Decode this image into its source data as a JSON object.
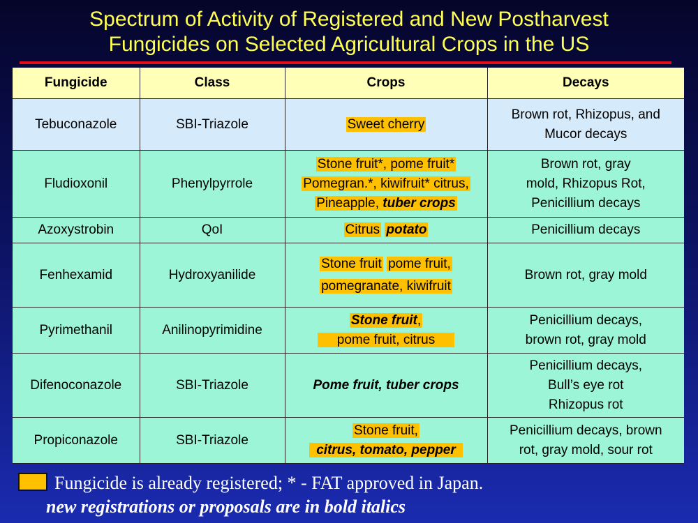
{
  "title": {
    "line1": "Spectrum of Activity of Registered and New Postharvest",
    "line2": "Fungicides on Selected Agricultural Crops in the US"
  },
  "colors": {
    "highlight": "#ffc000",
    "header_bg": "#ffffb8",
    "row_blue": "#d5ebfb",
    "row_green": "#9bf5d6",
    "title_text": "#ffff55",
    "title_rule": "#e0101a"
  },
  "table": {
    "headers": [
      "Fungicide",
      "Class",
      "Crops",
      "Decays"
    ],
    "rows": [
      {
        "fungicide": "Tebuconazole",
        "class": "SBI-Triazole",
        "crops": [
          "Sweet cherry"
        ],
        "decays": [
          "Brown rot, Rhizopus, and",
          "Mucor decays"
        ]
      },
      {
        "fungicide": "Fludioxonil",
        "class": "Phenylpyrrole",
        "crops": [
          "Stone fruit*, pome fruit*",
          "Pomegran.*, kiwifruit* citrus,",
          "Pineapple,",
          "tuber crops"
        ],
        "decays": [
          "Brown rot, gray",
          "mold, Rhizopus Rot,",
          "Penicillium decays"
        ]
      },
      {
        "fungicide": "Azoxystrobin",
        "class": "QoI",
        "crops": [
          "Citrus",
          "potato"
        ],
        "decays": [
          "Penicillium decays"
        ]
      },
      {
        "fungicide": "Fenhexamid",
        "class": "Hydroxyanilide",
        "crops": [
          "Stone fruit",
          "pome fruit,",
          "pomegranate, kiwifruit"
        ],
        "decays": [
          "Brown rot, gray mold"
        ]
      },
      {
        "fungicide": "Pyrimethanil",
        "class": "Anilinopyrimidine",
        "crops": [
          "Stone fruit",
          ",",
          "pome fruit, citrus"
        ],
        "decays": [
          "Penicillium decays,",
          "brown rot, gray mold"
        ]
      },
      {
        "fungicide": "Difenoconazole",
        "class": "SBI-Triazole",
        "crops": [
          "Pome fruit, tuber crops"
        ],
        "decays": [
          "Penicillium decays,",
          "Bull’s eye rot",
          "Rhizopus rot"
        ]
      },
      {
        "fungicide": "Propiconazole",
        "class": "SBI-Triazole",
        "crops": [
          "Stone fruit,",
          "citrus, tomato, pepper"
        ],
        "decays": [
          "Penicillium decays, brown",
          "rot, gray mold, sour rot"
        ]
      }
    ]
  },
  "legend": {
    "registered_text": "Fungicide is already registered; * - FAT approved in Japan.",
    "new_text": "new registrations or proposals are in bold italics"
  }
}
